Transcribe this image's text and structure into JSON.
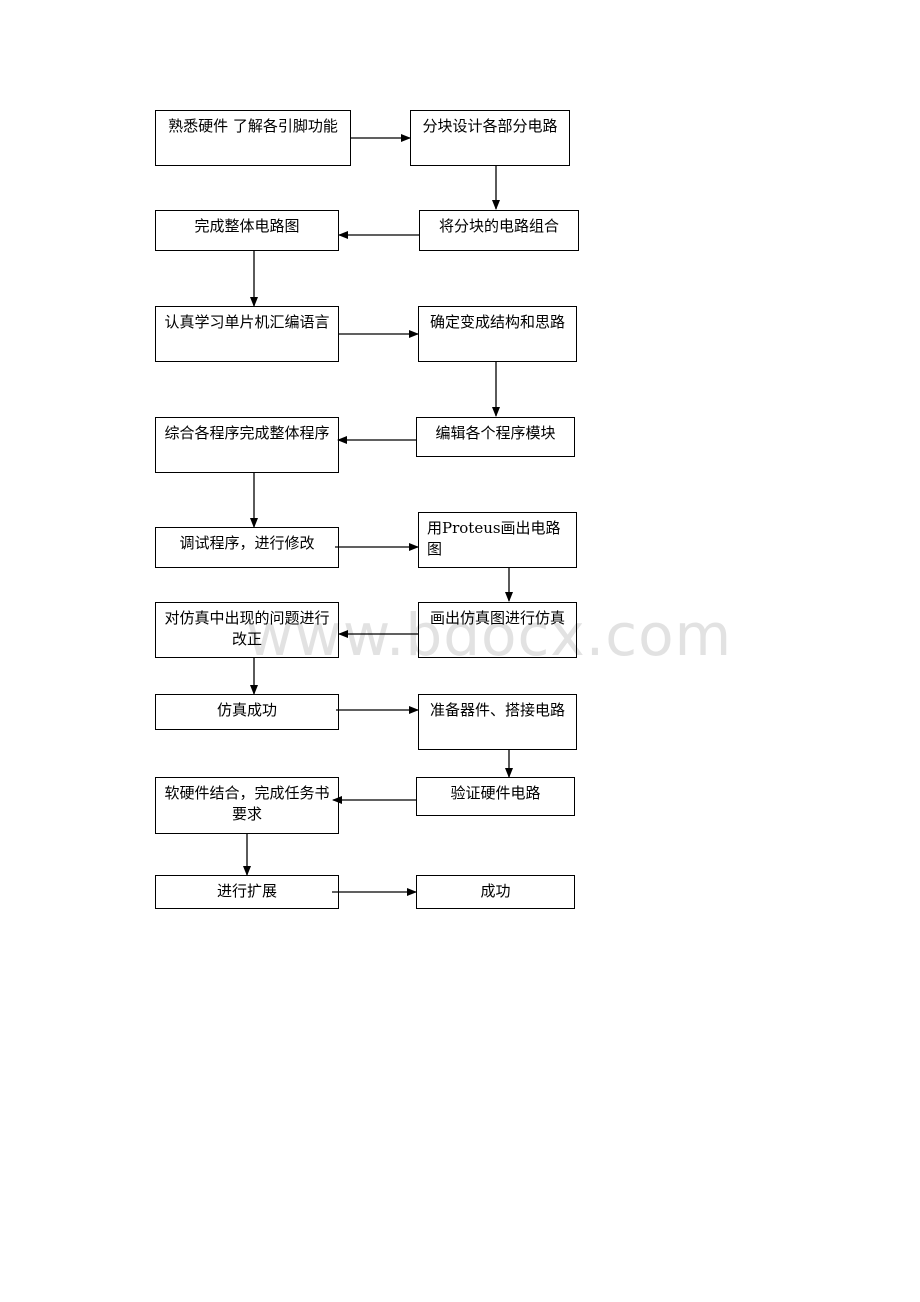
{
  "watermark": "www.bdocx.com",
  "flowchart": {
    "nodes": {
      "n1": "熟悉硬件 了解各引脚功能",
      "n2": "分块设计各部分电路",
      "n3": "将分块的电路组合",
      "n4": "完成整体电路图",
      "n5": "认真学习单片机汇编语言",
      "n6": "确定变成结构和思路",
      "n7": "编辑各个程序模块",
      "n8": "综合各程序完成整体程序",
      "n9": "调试程序，进行修改",
      "n10": "用Proteus画出电路图",
      "n11": "画出仿真图进行仿真",
      "n12": "对仿真中出现的问题进行改正",
      "n13": "仿真成功",
      "n14": "准备器件、搭接电路",
      "n15": "验证硬件电路",
      "n16": "软硬件结合，完成任务书要求",
      "n17": "进行扩展",
      "n18": "成功"
    },
    "edges": [
      [
        "n1",
        "n2"
      ],
      [
        "n2",
        "n3"
      ],
      [
        "n3",
        "n4"
      ],
      [
        "n4",
        "n5"
      ],
      [
        "n5",
        "n6"
      ],
      [
        "n6",
        "n7"
      ],
      [
        "n7",
        "n8"
      ],
      [
        "n8",
        "n9"
      ],
      [
        "n9",
        "n10"
      ],
      [
        "n10",
        "n11"
      ],
      [
        "n11",
        "n12"
      ],
      [
        "n12",
        "n13"
      ],
      [
        "n13",
        "n14"
      ],
      [
        "n14",
        "n15"
      ],
      [
        "n15",
        "n16"
      ],
      [
        "n16",
        "n17"
      ],
      [
        "n17",
        "n18"
      ]
    ]
  }
}
